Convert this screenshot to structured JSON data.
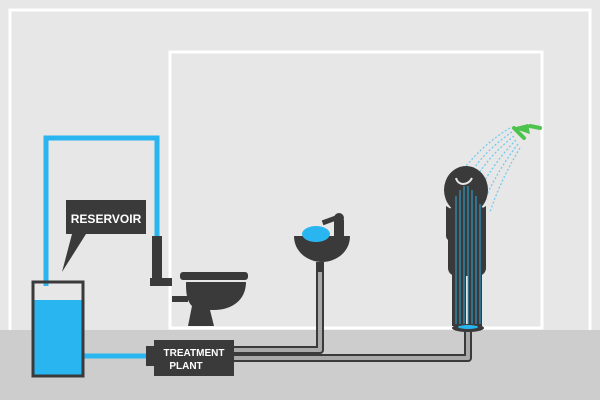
{
  "labels": {
    "reservoir": "RESERVOIR",
    "treatment_line1": "TREATMENT",
    "treatment_line2": "PLANT"
  },
  "colors": {
    "background": "#e7e7e7",
    "frame": "#ffffff",
    "floor": "#cdcdcd",
    "dark": "#3a3a3a",
    "water": "#29b6f0",
    "grey_pipe": "#a9a9a9",
    "shower_head": "#4cc34c"
  },
  "icons": [
    "reservoir-tank-icon",
    "toilet-icon",
    "sink-icon",
    "faucet-icon",
    "person-showering-icon",
    "shower-head-icon",
    "drain-icon"
  ]
}
